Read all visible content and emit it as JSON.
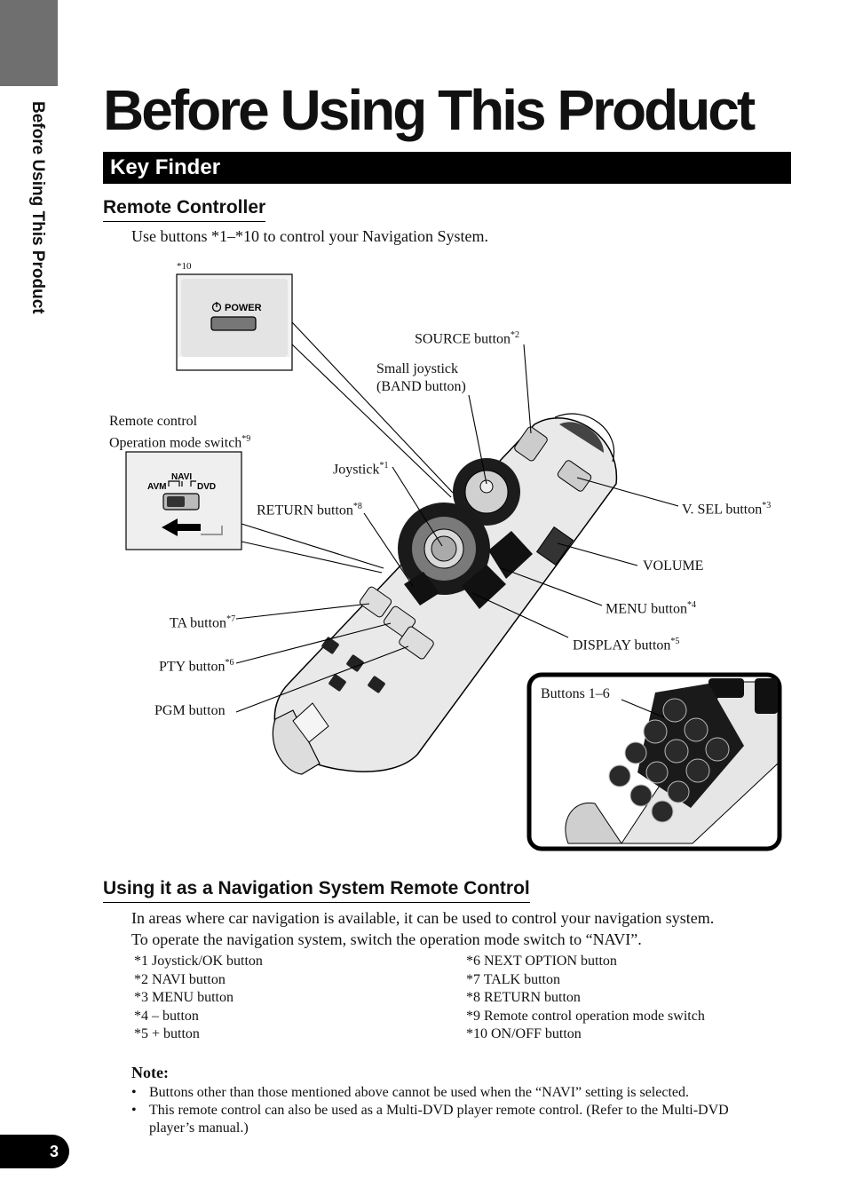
{
  "side_tab": {
    "label": "Before Using This Product"
  },
  "title": "Before  Using This Product",
  "section": "Key Finder",
  "remote": {
    "heading": "Remote Controller",
    "intro": "Use buttons *1–*10 to control your Navigation System."
  },
  "callouts": {
    "power_ref": "*10",
    "power_label": "POWER",
    "source": {
      "text": "SOURCE button",
      "ref": "*2"
    },
    "small_joystick_1": "Small joystick",
    "small_joystick_2": "(BAND button)",
    "remote_mode_1": "Remote control",
    "remote_mode_2": "Operation mode switch",
    "remote_mode_ref": "*9",
    "joystick": {
      "text": "Joystick",
      "ref": "*1"
    },
    "return": {
      "text": "RETURN button",
      "ref": "*8"
    },
    "vsel": {
      "text": "V. SEL button",
      "ref": "*3"
    },
    "volume": "VOLUME",
    "menu": {
      "text": "MENU button",
      "ref": "*4"
    },
    "ta": {
      "text": "TA button",
      "ref": "*7"
    },
    "display": {
      "text": "DISPLAY button",
      "ref": "*5"
    },
    "pty": {
      "text": "PTY button",
      "ref": "*6"
    },
    "pgm": "PGM button",
    "buttons16": "Buttons 1–6",
    "switch_labels": {
      "navi": "NAVI",
      "avm": "AVM",
      "dvd": "DVD"
    }
  },
  "nav": {
    "heading": "Using it as a Navigation System Remote Control",
    "para1": "In areas where car navigation is available, it can be used to control your navigation system.",
    "para2": "To operate the navigation system, switch the operation mode switch to “NAVI”."
  },
  "legend_left": [
    "*1   Joystick/OK button",
    "*2   NAVI button",
    "*3   MENU button",
    "*4   – button",
    "*5   + button"
  ],
  "legend_right": [
    "*6   NEXT OPTION button",
    "*7   TALK button",
    "*8   RETURN button",
    "*9   Remote control operation mode switch",
    "*10 ON/OFF button"
  ],
  "note": {
    "title": "Note:",
    "bullet": "•",
    "items": [
      "Buttons other than those mentioned above cannot be used when the “NAVI” setting is selected.",
      "This remote control can also be used as a Multi-DVD player remote control. (Refer to the Multi-DVD player’s manual.)"
    ]
  },
  "page_number": "3"
}
